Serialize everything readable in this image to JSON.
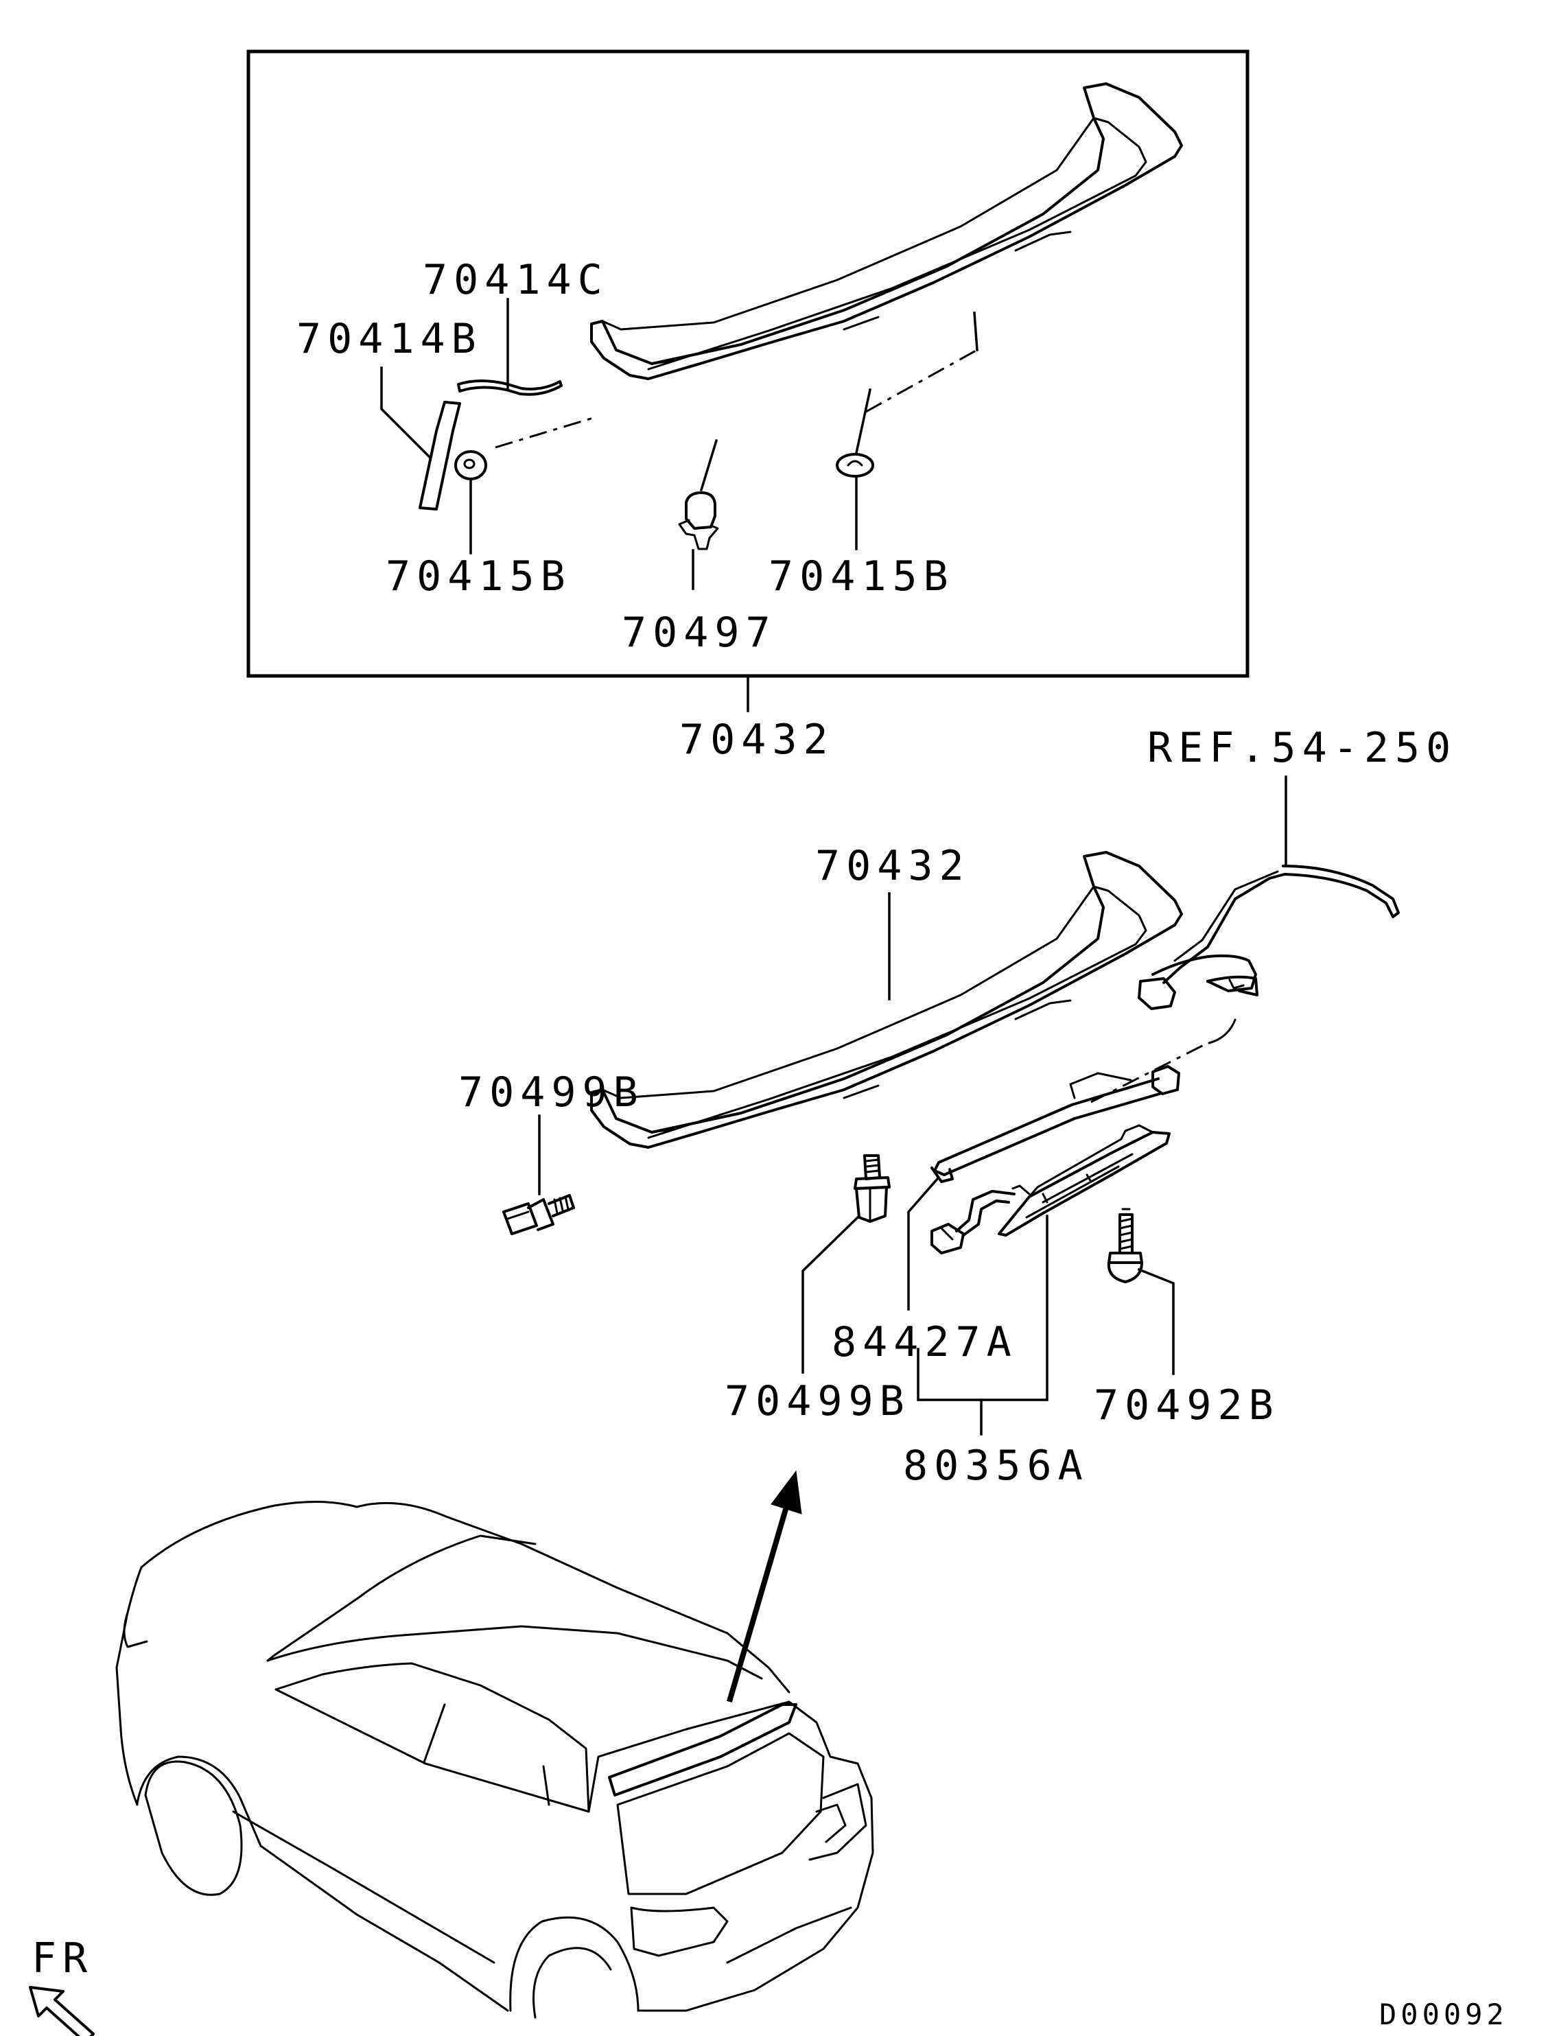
{
  "upper_assembly": {
    "labels": {
      "strip_c": "70414C",
      "strip_b": "70414B",
      "grommet_left": "70415B",
      "clip": "70497",
      "grommet_right": "70415B",
      "assembly": "70432"
    }
  },
  "lower_assembly": {
    "labels": {
      "spoiler": "70432",
      "reference": "REF.54-250",
      "bolt_left": "70499B",
      "bolt_center": "70499B",
      "harness": "84427A",
      "lamp_assembly": "80356A",
      "screw": "70492B"
    }
  },
  "orientation": {
    "label": "FR"
  },
  "drawing_code": "D00092"
}
